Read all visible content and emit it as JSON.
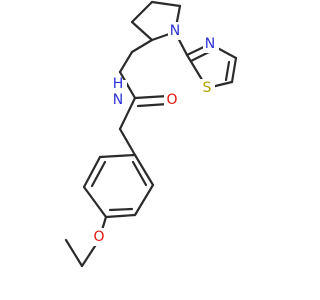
{
  "molecule": {
    "atom_labels": {
      "N_pyrrolidine": "N",
      "N_thiazole": "N",
      "S_thiazole": "S",
      "N_amide": "N",
      "H_amide": "H",
      "O_carbonyl": "O",
      "O_ether": "O"
    },
    "colors": {
      "bond": "#2b2b2b",
      "nitrogen": "#2d31d6",
      "oxygen": "#e0150c",
      "sulfur": "#b3a000"
    }
  }
}
